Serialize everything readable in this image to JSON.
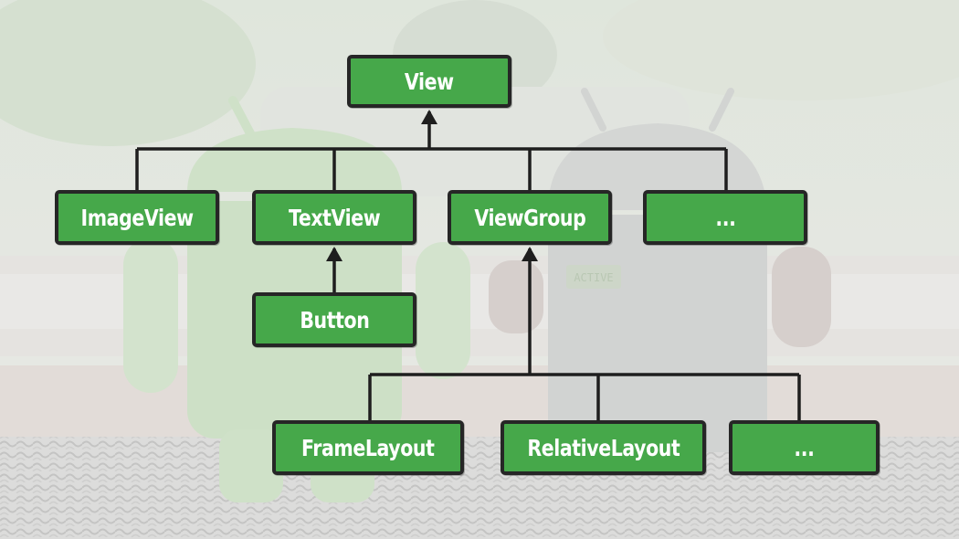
{
  "colors": {
    "node_fill": "#46a84a",
    "node_border": "#262626",
    "node_text": "#ffffff",
    "connector": "#1e1e1e"
  },
  "nodes": {
    "view": "View",
    "image_view": "ImageView",
    "text_view": "TextView",
    "view_group": "ViewGroup",
    "more_children": "...",
    "button": "Button",
    "frame_layout": "FrameLayout",
    "relative_layout": "RelativeLayout",
    "more_layouts": "..."
  },
  "background": {
    "robot_badge_text": "ACTIVE"
  }
}
